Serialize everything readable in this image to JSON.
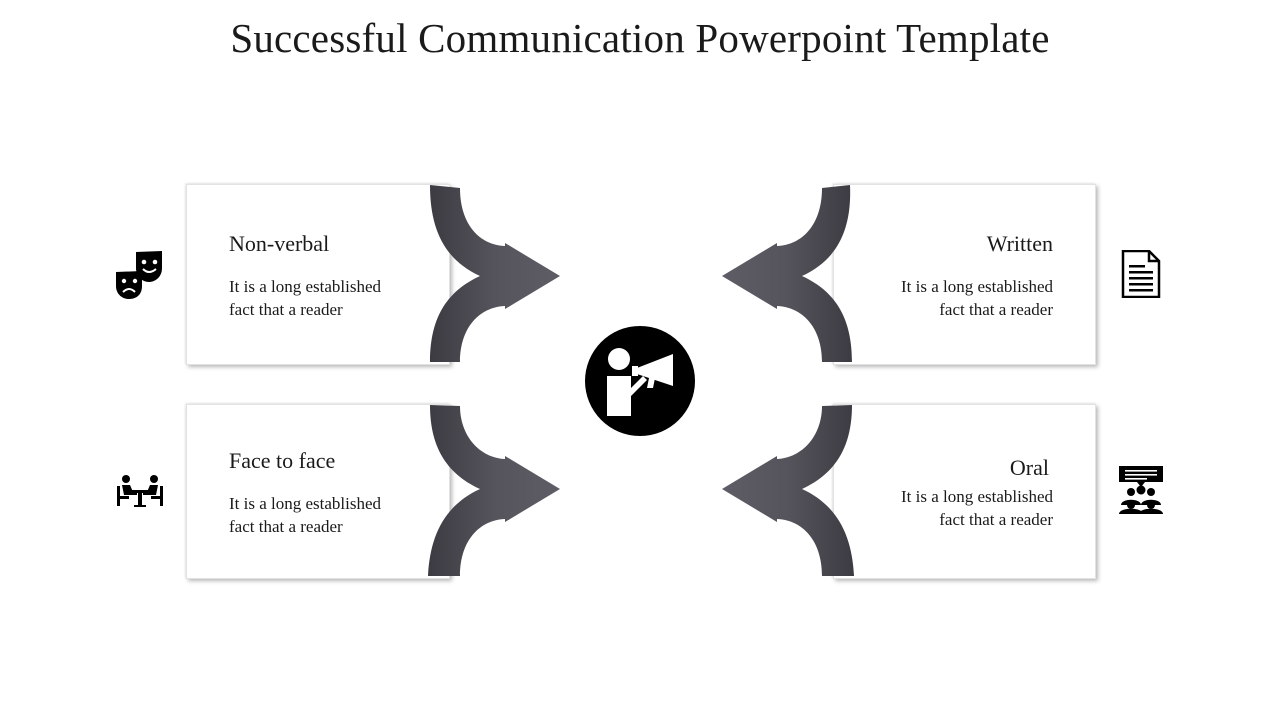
{
  "slide": {
    "title": "Successful Communication Powerpoint Template"
  },
  "cards": {
    "nonverbal": {
      "title": "Non-verbal",
      "line1": "It is a long established",
      "line2": "fact that  a reader",
      "icon": "theater-masks-icon"
    },
    "written": {
      "title": "Written",
      "line1": "It is a long established",
      "line2": "fact that  a reader",
      "icon": "document-icon"
    },
    "face": {
      "title": "Face to face",
      "line1": "It is a long established",
      "line2": "fact that  a reader",
      "icon": "meeting-table-icon"
    },
    "oral": {
      "title": "Oral",
      "line1": "It is a long established",
      "line2": "fact that  a reader",
      "icon": "audience-speech-icon"
    }
  },
  "center": {
    "icon": "megaphone-speaker-icon"
  },
  "colors": {
    "arrow": "#55545c",
    "arrow_dark": "#3c3b42",
    "icon": "#000000"
  }
}
